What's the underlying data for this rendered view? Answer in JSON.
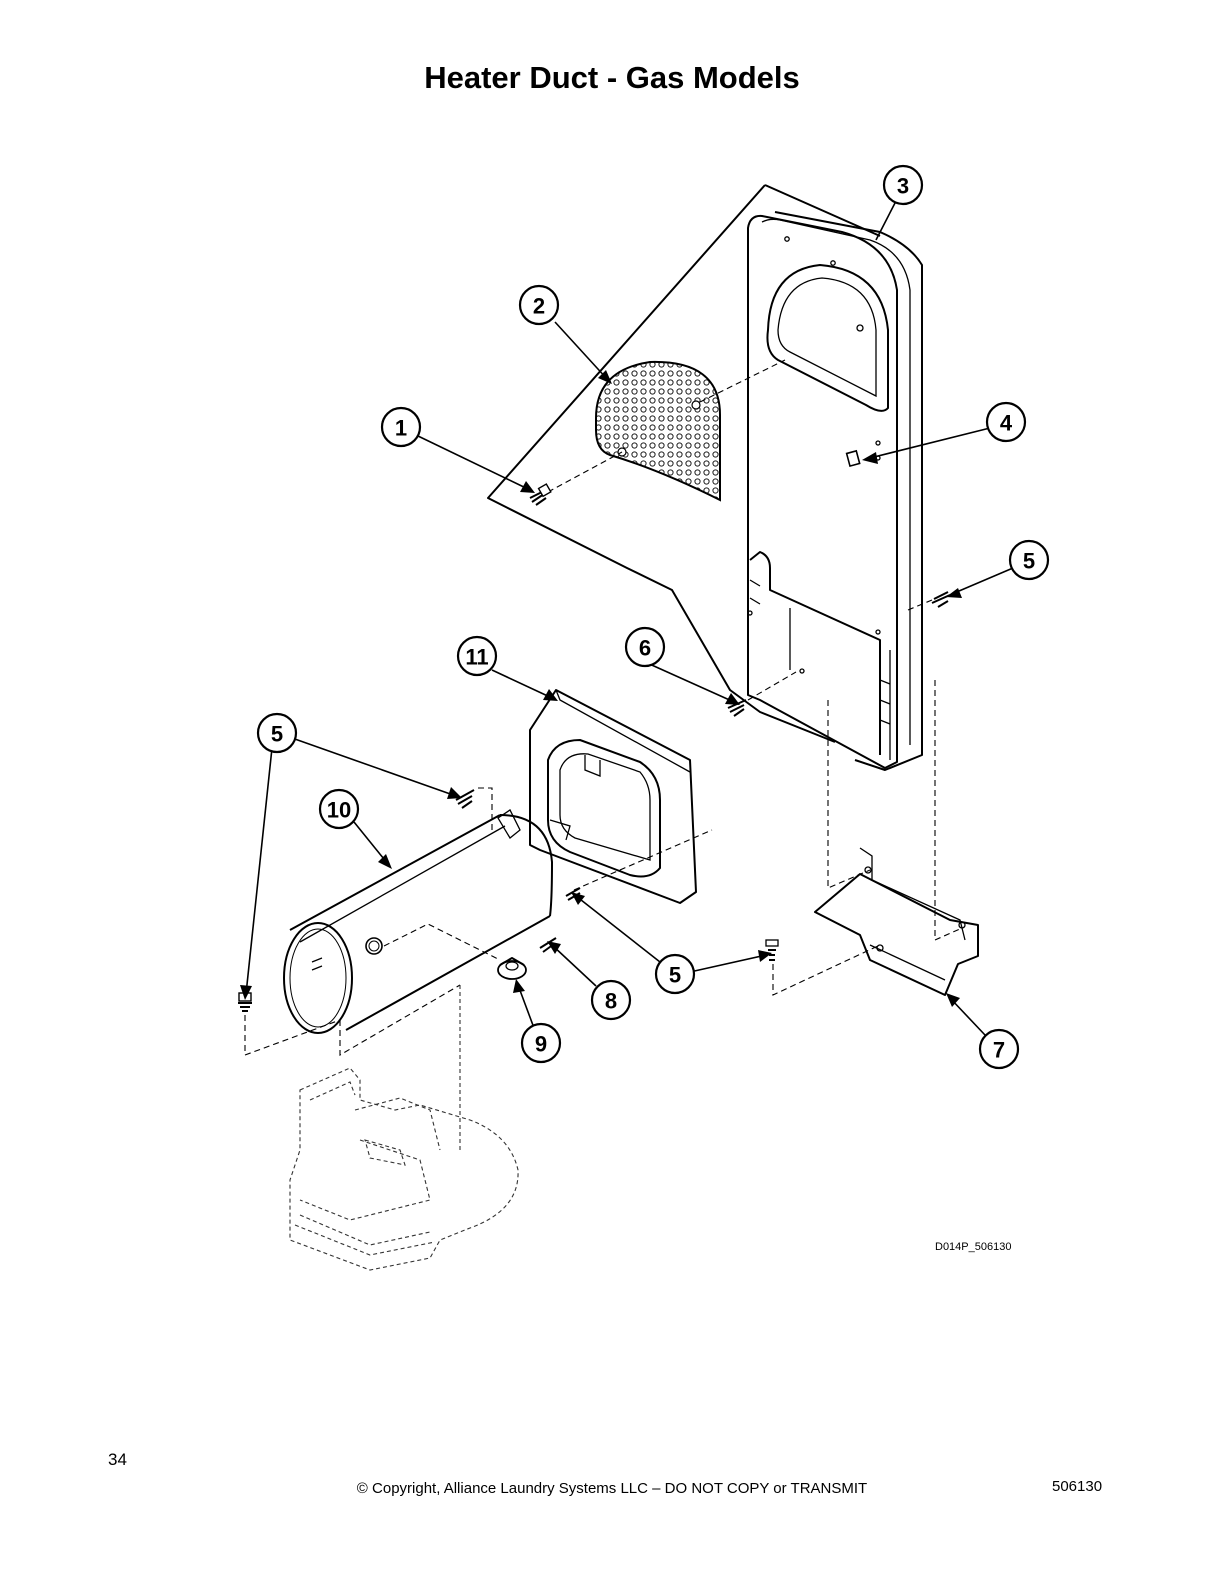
{
  "page": {
    "title": "Heater Duct - Gas Models",
    "drawing_code": "D014P_506130",
    "page_number": "34",
    "copyright": "© Copyright, Alliance Laundry Systems LLC – DO NOT COPY or TRANSMIT",
    "document_number": "506130"
  },
  "callouts": {
    "c1": "1",
    "c2": "2",
    "c3": "3",
    "c4": "4",
    "c5a": "5",
    "c5b": "5",
    "c5c": "5",
    "c6": "6",
    "c7": "7",
    "c8": "8",
    "c9": "9",
    "c10": "10",
    "c11": "11"
  }
}
